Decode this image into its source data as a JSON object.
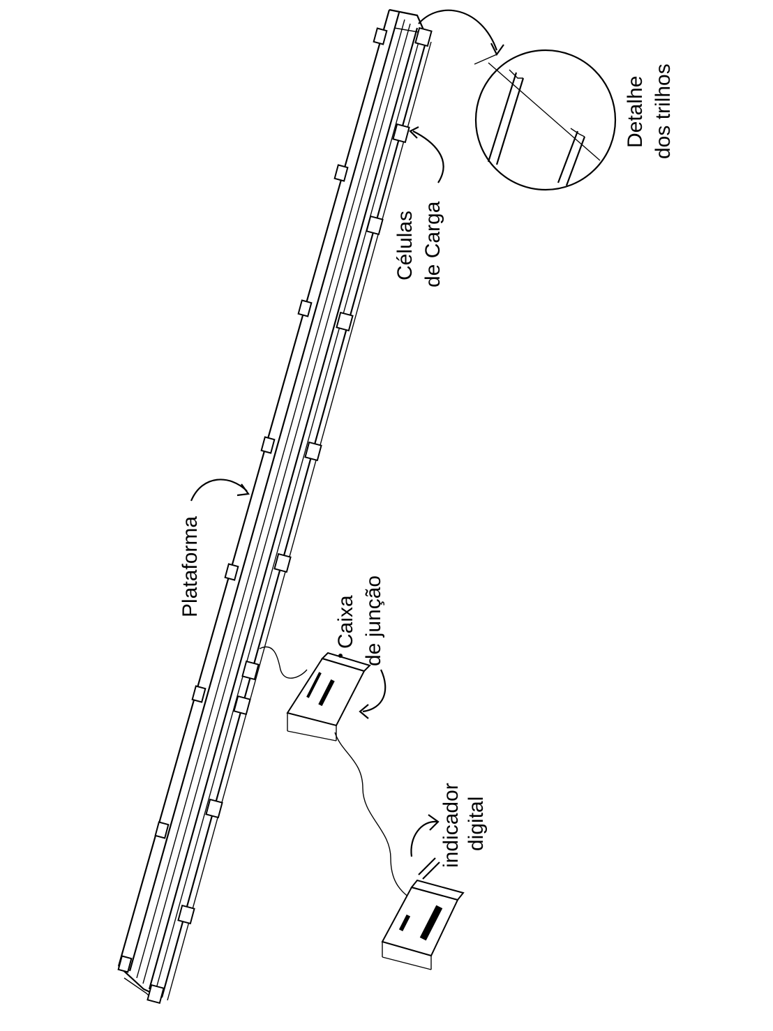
{
  "labels": {
    "plataforma": "Plataforma",
    "caixa_line1": "Caixa",
    "caixa_line2": "de junção",
    "celulas_line1": "Células",
    "celulas_line2": "de Carga",
    "detalhe_line1": "Detalhe",
    "detalhe_line2": "dos trilhos",
    "indicador_line1": "indicador",
    "indicador_line2": "digital"
  },
  "colors": {
    "ink": "#000000",
    "paper": "#ffffff"
  }
}
